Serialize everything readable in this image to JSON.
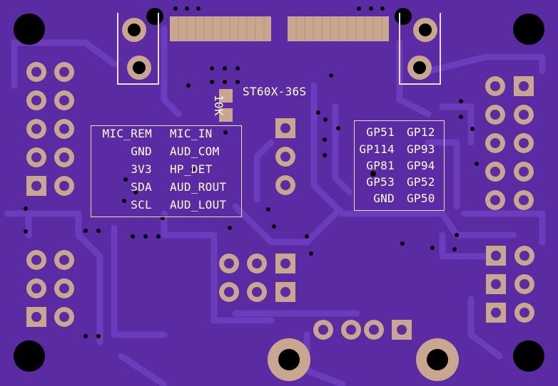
{
  "board": {
    "part_label": "ST60X-36S",
    "resistor_label": "10K",
    "left_block": {
      "col1": [
        "MIC_REM",
        "GND",
        "3V3",
        "SDA",
        "SCL"
      ],
      "col2": [
        "MIC_IN",
        "AUD_COM",
        "HP_DET",
        "AUD_ROUT",
        "AUD_LOUT"
      ]
    },
    "right_block": {
      "col1": [
        "GP51",
        "GP114",
        "GP81",
        "GP53",
        "GND"
      ],
      "col2": [
        "GP12",
        "GP93",
        "GP94",
        "GP52",
        "GP50"
      ]
    },
    "colors": {
      "substrate": "#5b2ba3",
      "trace": "#6a3ab8",
      "pad": "#c9a68f",
      "hole": "#000000",
      "silkscreen": "#ffffff"
    }
  }
}
